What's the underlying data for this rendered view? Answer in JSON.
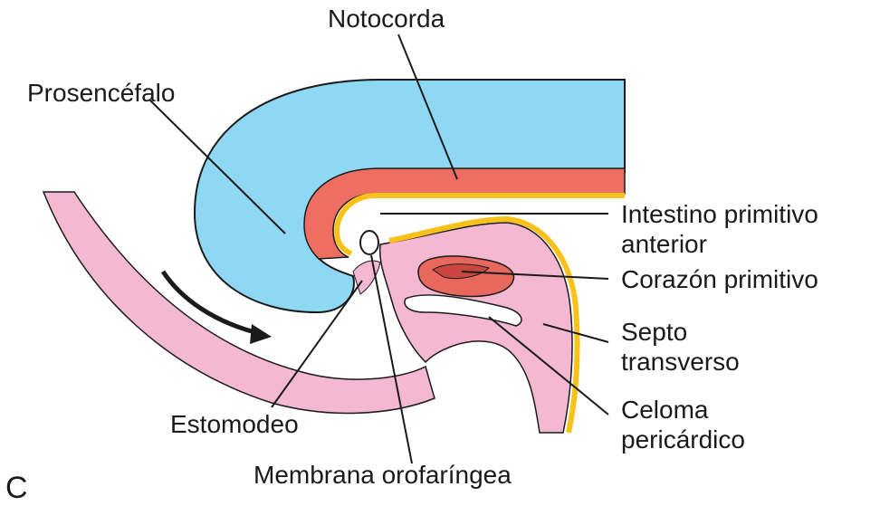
{
  "panel_letter": "C",
  "labels": {
    "notocorda": "Notocorda",
    "prosencefalo": "Prosencéfalo",
    "intestino_line1": "Intestino primitivo",
    "intestino_line2": "anterior",
    "corazon": "Corazón primitivo",
    "septo_line1": "Septo",
    "septo_line2": "transverso",
    "celoma_line1": "Celoma",
    "celoma_line2": "pericárdico",
    "estomodeo": "Estomodeo",
    "membrana": "Membrana orofaríngea"
  },
  "colors": {
    "neural_blue": "#8fd8f3",
    "notochord_red": "#ee6f62",
    "endoderm_yellow": "#f9c21a",
    "mesoderm_pink": "#f4b8d2",
    "heart_red": "#e8685e",
    "outline": "#1a1a1a"
  }
}
